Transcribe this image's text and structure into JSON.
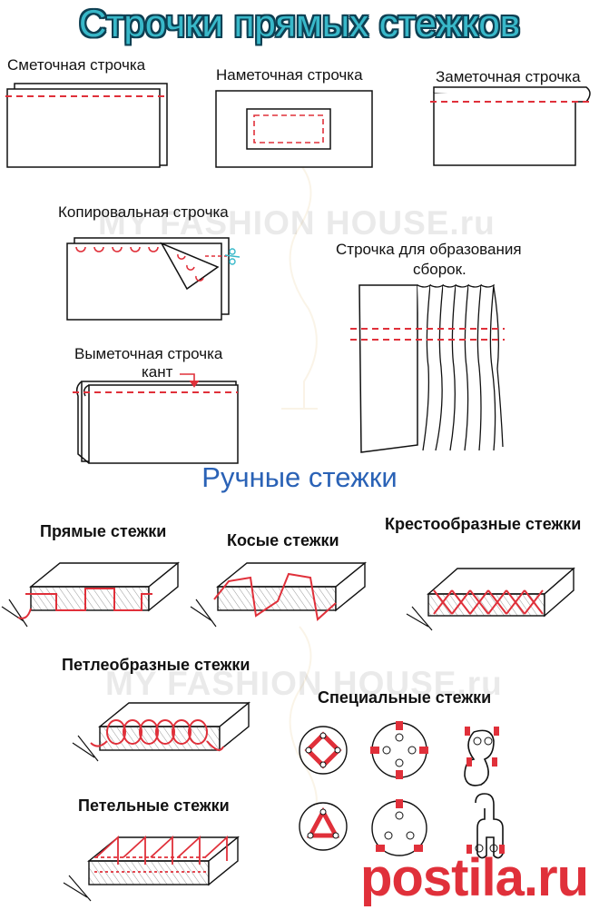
{
  "title": "Строчки прямых стежков",
  "top_labels": {
    "smetochnaya": "Сметочная строчка",
    "nametochnaya": "Наметочная строчка",
    "zametochnaya": "Заметочная строчка",
    "kopirovalnaya": "Копировальная строчка",
    "sborki_line1": "Строчка для образования",
    "sborki_line2": "сборок.",
    "vymetochnaya": "Выметочная строчка",
    "kant": "кант"
  },
  "section2_title": "Ручные стежки",
  "hand_labels": {
    "pryamye": "Прямые стежки",
    "kosye": "Косые стежки",
    "krestoobraznye": "Крестообразные стежки",
    "petleobraznye": "Петлеобразные стежки",
    "spetsialnye": "Специальные стежки",
    "petelnye": "Петельные стежки"
  },
  "watermarks": [
    "MY FASHION HOUSE.ru",
    "MY FASHION HOUSE.ru"
  ],
  "brand": "postila.ru",
  "colors": {
    "title_fill": "#38b8c9",
    "title_outline": "#0d3f52",
    "section_title": "#2a62b6",
    "stitch_red": "#e0303a",
    "line_black": "#111111"
  }
}
